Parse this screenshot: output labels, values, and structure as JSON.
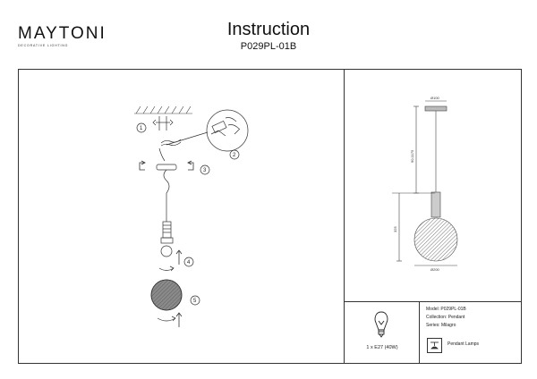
{
  "header": {
    "brand": "MAYTONI",
    "brand_tagline": "DECORATIVE LIGHTING",
    "title": "Instruction",
    "model": "P029PL-01B"
  },
  "steps": [
    "1",
    "2",
    "3",
    "4",
    "5"
  ],
  "dimensions": {
    "canopy_diameter": "Ø100",
    "height_range": "90-1175",
    "shade_height": "325",
    "shade_diameter": "Ø200"
  },
  "specs": {
    "bulb": "1 x E27 (40W)",
    "model_line": "Model: P029PL-01B",
    "collection_line": "Collection: Pendant",
    "series_line": "Series: Milagro",
    "type_label": "Pendant Lamps"
  },
  "icons": [
    "bulb-icon",
    "pendant-type-icon",
    "rotate-arrow-icon",
    "up-arrow-icon"
  ]
}
